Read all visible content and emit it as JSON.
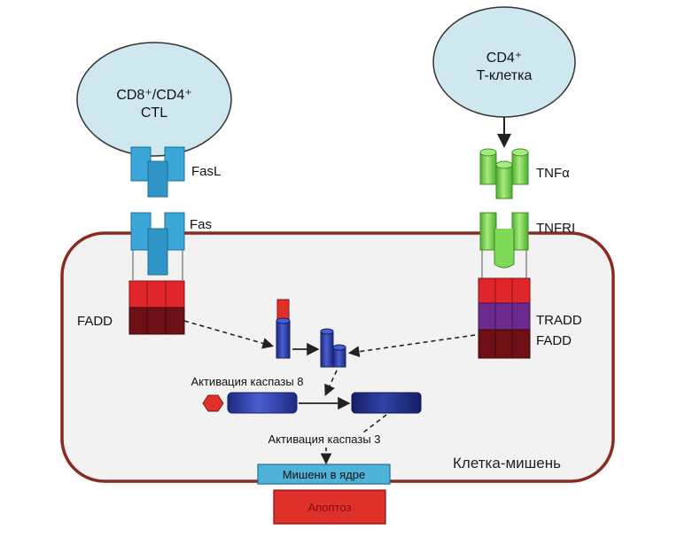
{
  "cells": {
    "ctl": {
      "line1": "CD8⁺/CD4⁺",
      "line2": "CTL"
    },
    "tcell": {
      "line1": "CD4⁺",
      "line2": "T-клетка"
    }
  },
  "labels": {
    "fasl": "FasL",
    "fas": "Fas",
    "fadd_left": "FADD",
    "tnfa": "TNFα",
    "tnfri": "TNFRI",
    "tradd": "TRADD",
    "fadd_right": "FADD",
    "caspase8": "Активация каспазы 8",
    "caspase3": "Активация каспазы 3",
    "target_cell": "Клетка-мишень",
    "nuclear_targets": "Мишени в ядре",
    "apoptosis": "Апоптоз"
  },
  "colors": {
    "cell_fill": "#cfe8f0",
    "membrane": "#8b2a1e",
    "cytoplasm": "#f3f2f3",
    "fas_blue": "#3aa7d8",
    "tnf_green": "#7ed957",
    "fadd_red": "#e0262a",
    "fadd_dark": "#6e1016",
    "tradd_purple": "#6b2a8c",
    "caspase_blue": "#2d3ea8",
    "caspase_navy": "#1c2a80",
    "prodomain_red": "#e0302a",
    "nuclear_box": "#4fb3d9",
    "apoptosis_box": "#e0302a"
  }
}
